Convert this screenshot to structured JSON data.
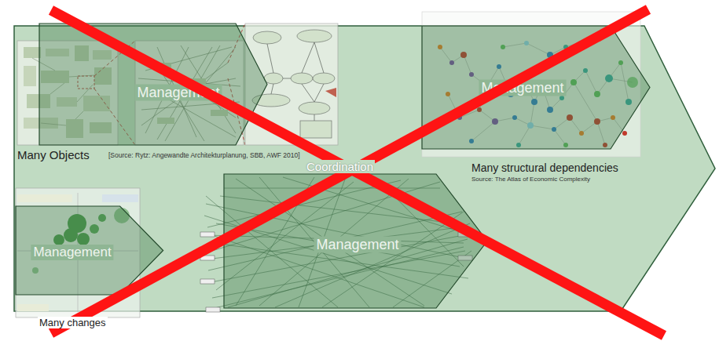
{
  "diagram": {
    "nodes": [
      {
        "text": [
          "Management"
        ]
      },
      {
        "text": [
          "Management"
        ]
      },
      {
        "text": [
          "Management"
        ]
      },
      {
        "text": [
          "Management"
        ]
      }
    ],
    "labels": [
      "Many Objects",
      "[Source: Rytz: Angewandte Architekturplanung, SBB, AWF 2010]",
      "Many structural dependencies",
      "Source: The Atlas of Economic Complexity",
      "Coordination",
      "Many changes"
    ]
  }
}
